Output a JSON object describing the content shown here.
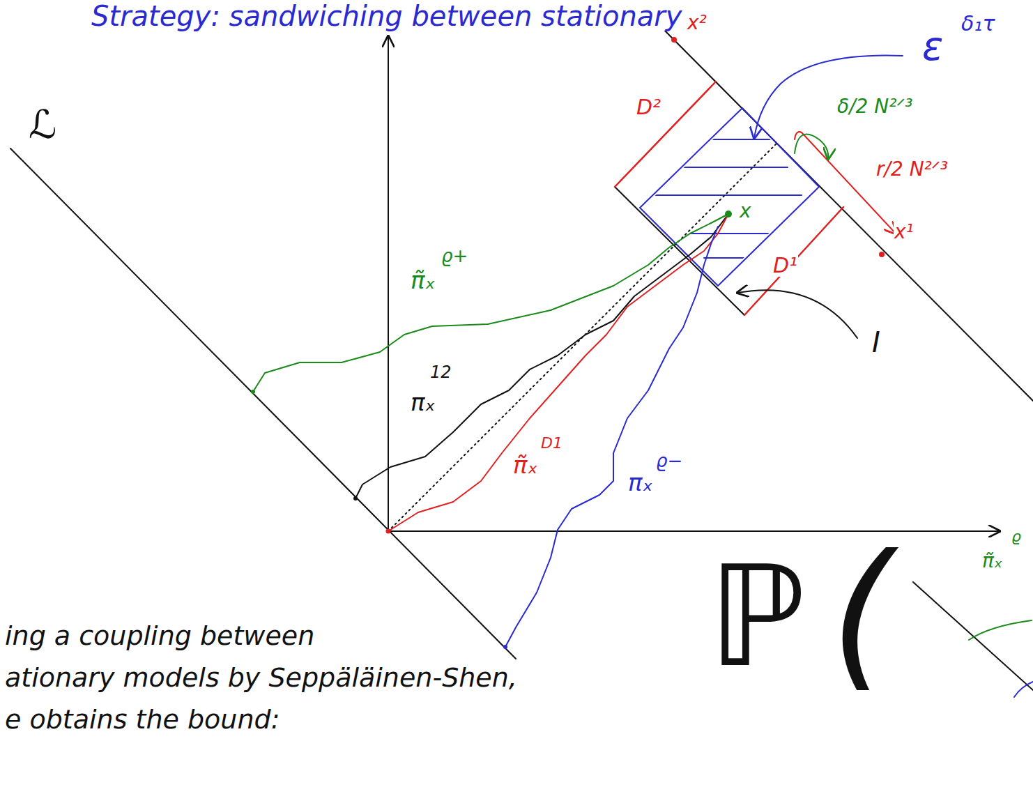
{
  "diagram": {
    "title": "Strategy: sandwiching between stationary",
    "labels": [
      "ℒ",
      "x²",
      "x¹",
      "D²",
      "D¹",
      "ε",
      "δ₁τ",
      "δ/2 N²ᐟ³",
      "r/2 N²ᐟ³",
      "x",
      "I",
      "π̃ₓ",
      "ϱ+",
      "πₓ",
      "12",
      "π̃ₓ",
      "D1",
      "πₓ",
      "ϱ−",
      "π̃ₓ",
      "ϱ",
      "ing a coupling between",
      "ationary models by Seppäläinen-Shen,",
      "e obtains the bound:",
      "ℙ",
      "("
    ]
  }
}
